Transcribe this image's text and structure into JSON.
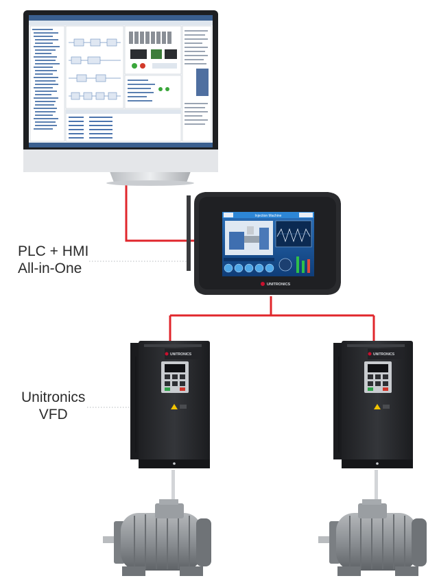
{
  "labels": {
    "plc_hmi_line1": "PLC + HMI",
    "plc_hmi_line2": "All-in-One",
    "vfd_line1": "Unitronics",
    "vfd_line2": "VFD"
  },
  "devices": {
    "hmi_screen_title": "Injection Machine",
    "hmi_brand": "UNITRONICS",
    "vfd_brand": "UNITRONICS"
  },
  "colors": {
    "cable": "#e0262b",
    "brand_red": "#c8102e",
    "device_body": "#2a2b2e",
    "motor": "#8f9397"
  }
}
